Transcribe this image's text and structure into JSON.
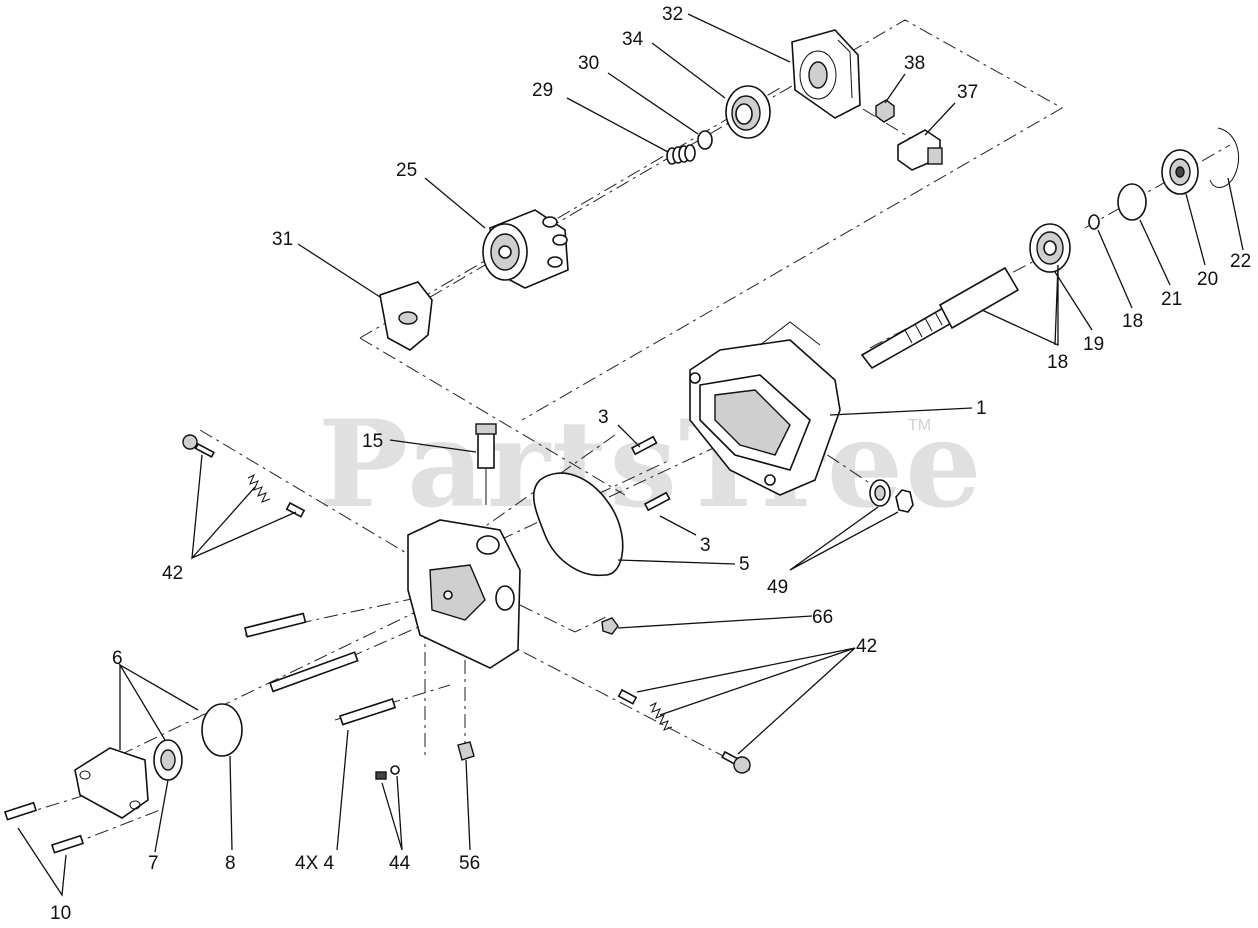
{
  "watermark": {
    "text": "PartsTree",
    "tm": "TM"
  },
  "callouts": [
    "32",
    "34",
    "30",
    "29",
    "38",
    "37",
    "25",
    "31",
    "22",
    "20",
    "21",
    "18",
    "19",
    "18",
    "1",
    "3",
    "15",
    "3",
    "5",
    "49",
    "42",
    "66",
    "42",
    "6",
    "7",
    "8",
    "4X 4",
    "44",
    "56",
    "10"
  ]
}
